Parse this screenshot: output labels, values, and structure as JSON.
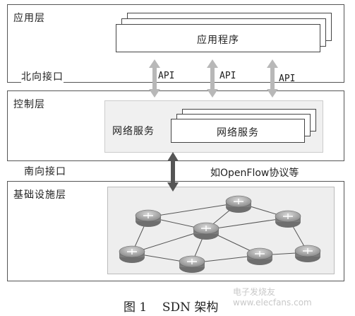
{
  "layers": {
    "app": {
      "title": "应用层",
      "card": "应用程序"
    },
    "control": {
      "title": "控制层",
      "service_left": "网络服务",
      "service_card": "网络服务"
    },
    "infra": {
      "title": "基础设施层"
    }
  },
  "interfaces": {
    "north": "北向接口",
    "south": "南向接口",
    "south_note": "如OpenFlow协议等",
    "api_labels": [
      "API",
      "API",
      "API"
    ]
  },
  "caption": "图 1    SDN 架构",
  "watermark": "电子发烧友 www.elecfans.com",
  "colors": {
    "arrow_light": "#b8b8b8",
    "arrow_dark": "#555555",
    "router": "#9a9a9a"
  }
}
